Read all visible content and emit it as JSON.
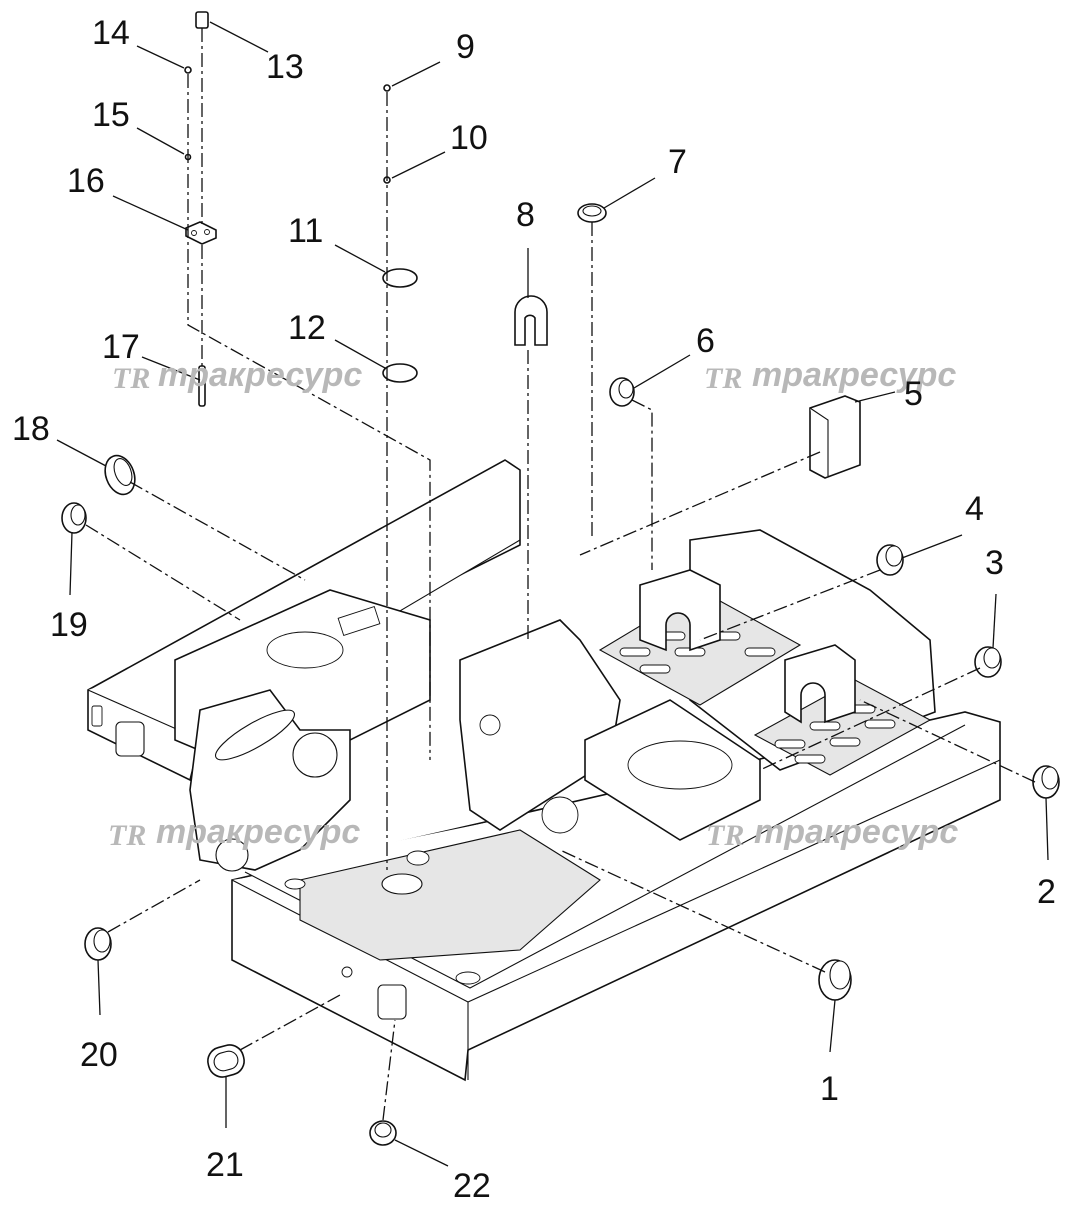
{
  "watermarks": [
    {
      "logo": "TR",
      "text": "тракресурс"
    },
    {
      "logo": "TR",
      "text": "тракресурс"
    },
    {
      "logo": "TR",
      "text": "тракресурс"
    },
    {
      "logo": "TR",
      "text": "тракресурс"
    }
  ],
  "callouts": [
    "1",
    "2",
    "3",
    "4",
    "5",
    "6",
    "7",
    "8",
    "9",
    "10",
    "11",
    "12",
    "13",
    "14",
    "15",
    "16",
    "17",
    "18",
    "19",
    "20",
    "21",
    "22"
  ]
}
